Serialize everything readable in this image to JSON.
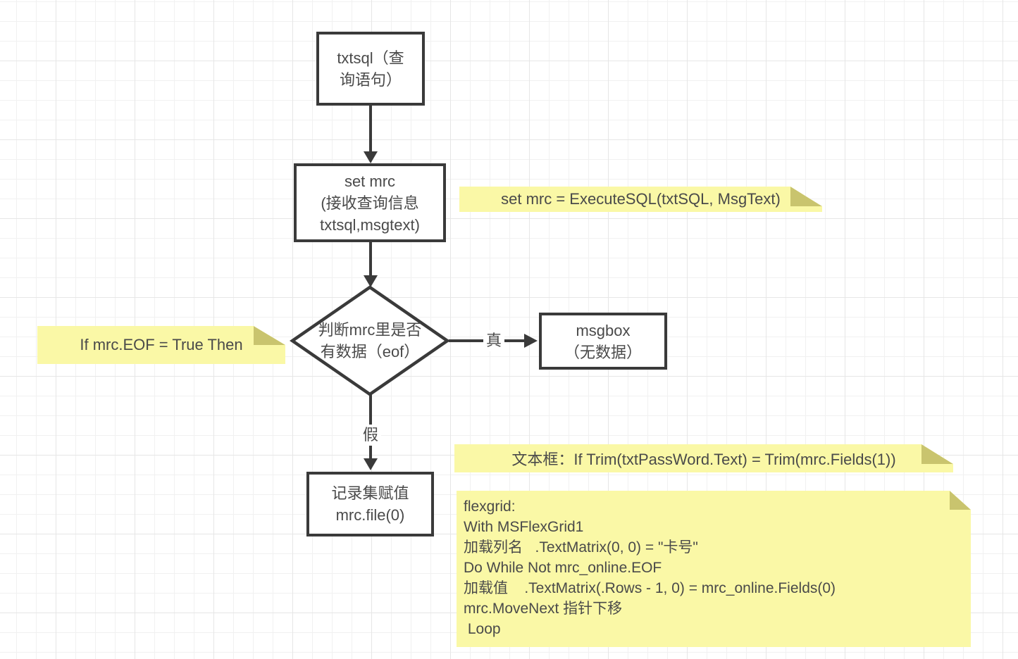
{
  "diagram": {
    "nodes": [
      {
        "id": "txtsql",
        "lines": [
          "txtsql（查",
          "询语句）"
        ]
      },
      {
        "id": "set-mrc",
        "lines": [
          "set mrc",
          "(接收查询信息",
          "txtsql,msgtext)"
        ]
      },
      {
        "id": "decision",
        "lines": [
          "判断mrc里是否",
          "有数据（eof）"
        ]
      },
      {
        "id": "msgbox",
        "lines": [
          "msgbox",
          "（无数据）"
        ]
      },
      {
        "id": "assign",
        "lines": [
          "记录集赋值",
          "mrc.file(0)"
        ]
      }
    ],
    "edge_labels": {
      "true_branch": "真",
      "false_branch": "假"
    },
    "notes": [
      {
        "id": "note-execsql",
        "text": "set mrc = ExecuteSQL(txtSQL, MsgText)"
      },
      {
        "id": "note-eof",
        "text": "If mrc.EOF = True Then"
      },
      {
        "id": "note-textbox",
        "text": "文本框：If Trim(txtPassWord.Text) = Trim(mrc.Fields(1))"
      },
      {
        "id": "note-flexgrid",
        "lines": [
          "flexgrid:",
          "With MSFlexGrid1",
          "加载列名   .TextMatrix(0, 0) = \"卡号\"",
          "Do While Not mrc_online.EOF",
          "加载值    .TextMatrix(.Rows - 1, 0) = mrc_online.Fields(0)",
          "mrc.MoveNext 指针下移",
          " Loop"
        ]
      }
    ],
    "colors": {
      "stroke": "#3a3a3a",
      "text": "#4a4a4a",
      "note_fill": "#faf8a6",
      "note_fold": "#c9c46e",
      "grid_minor": "#f1f1f1",
      "grid_major": "#e6e6e6"
    }
  }
}
